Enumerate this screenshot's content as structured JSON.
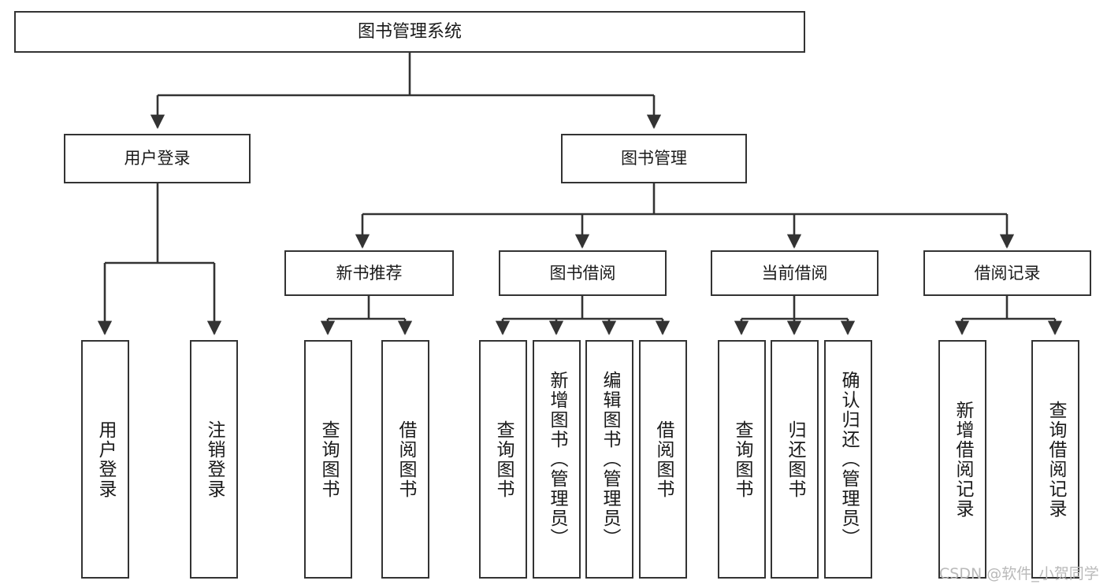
{
  "diagram": {
    "title": "图书管理系统",
    "type": "functional-structure-tree",
    "stroke_color": "#333333",
    "text_color": "#1a1a1a",
    "background_color": "#ffffff"
  },
  "nodes": {
    "root": {
      "label": "图书管理系统"
    },
    "level2": [
      {
        "id": "user-login",
        "label": "用户登录"
      },
      {
        "id": "book-manage",
        "label": "图书管理"
      }
    ],
    "level3": [
      {
        "id": "new-book-recommend",
        "label": "新书推荐"
      },
      {
        "id": "book-borrow",
        "label": "图书借阅"
      },
      {
        "id": "current-borrow",
        "label": "当前借阅"
      },
      {
        "id": "borrow-record",
        "label": "借阅记录"
      }
    ],
    "leaves": [
      {
        "id": "leaf-user-login",
        "label": "用户登录",
        "parent": "user-login"
      },
      {
        "id": "leaf-user-logout",
        "label": "注销登录",
        "parent": "user-login"
      },
      {
        "id": "leaf-query-book-1",
        "label": "查询图书",
        "parent": "new-book-recommend"
      },
      {
        "id": "leaf-borrow-book-1",
        "label": "借阅图书",
        "parent": "new-book-recommend"
      },
      {
        "id": "leaf-query-book-2",
        "label": "查询图书",
        "parent": "book-borrow"
      },
      {
        "id": "leaf-add-book",
        "label": "新增图书（管理员）",
        "parent": "book-borrow"
      },
      {
        "id": "leaf-edit-book",
        "label": "编辑图书（管理员）",
        "parent": "book-borrow"
      },
      {
        "id": "leaf-borrow-book-2",
        "label": "借阅图书",
        "parent": "book-borrow"
      },
      {
        "id": "leaf-query-book-3",
        "label": "查询图书",
        "parent": "current-borrow"
      },
      {
        "id": "leaf-return-book",
        "label": "归还图书",
        "parent": "current-borrow"
      },
      {
        "id": "leaf-confirm-return",
        "label": "确认归还（管理员）",
        "parent": "current-borrow"
      },
      {
        "id": "leaf-add-record",
        "label": "新增借阅记录",
        "parent": "borrow-record"
      },
      {
        "id": "leaf-query-record",
        "label": "查询借阅记录",
        "parent": "borrow-record"
      }
    ]
  },
  "watermark": {
    "text": "CSDN @软件_小贺同学"
  }
}
